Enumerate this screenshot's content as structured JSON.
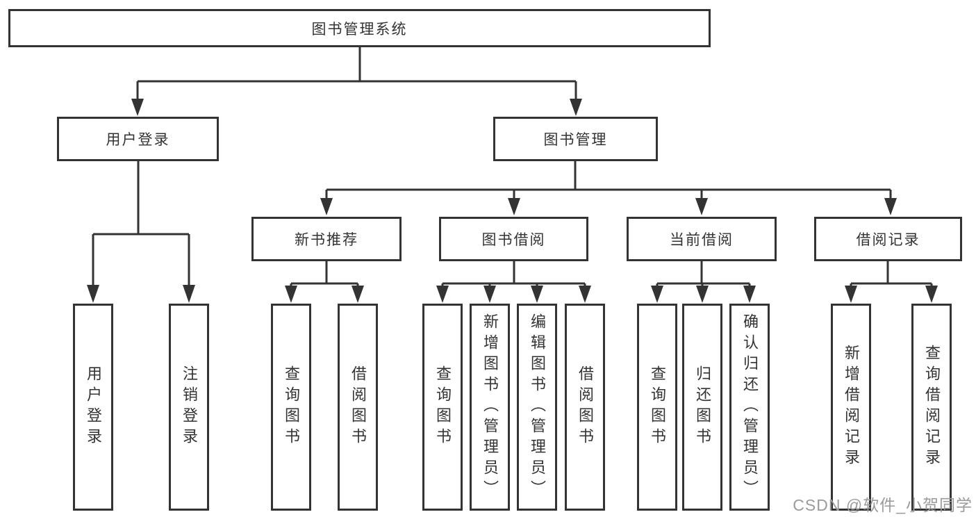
{
  "diagram": {
    "root": {
      "label": "图书管理系统"
    },
    "branches": {
      "user_login": {
        "label": "用户登录",
        "children": [
          "用户登录",
          "注销登录"
        ]
      },
      "book_management": {
        "label": "图书管理",
        "children": {
          "new_book_recommend": {
            "label": "新书推荐",
            "children": [
              "查询图书",
              "借阅图书"
            ]
          },
          "book_borrowing": {
            "label": "图书借阅",
            "children": [
              "查询图书",
              "新增图书（管理员）",
              "编辑图书（管理员）",
              "借阅图书"
            ]
          },
          "current_borrowing": {
            "label": "当前借阅",
            "children": [
              "查询图书",
              "归还图书",
              "确认归还（管理员）"
            ]
          },
          "borrowing_records": {
            "label": "借阅记录",
            "children": [
              "新增借阅记录",
              "查询借阅记录"
            ]
          }
        }
      }
    },
    "watermark": "CSDN @软件_小贺同学",
    "colors": {
      "line": "#333333",
      "box_border": "#333333",
      "box_background": "#ffffff",
      "text": "#333333",
      "watermark": "#9b9b9b",
      "background": "#ffffff"
    }
  }
}
